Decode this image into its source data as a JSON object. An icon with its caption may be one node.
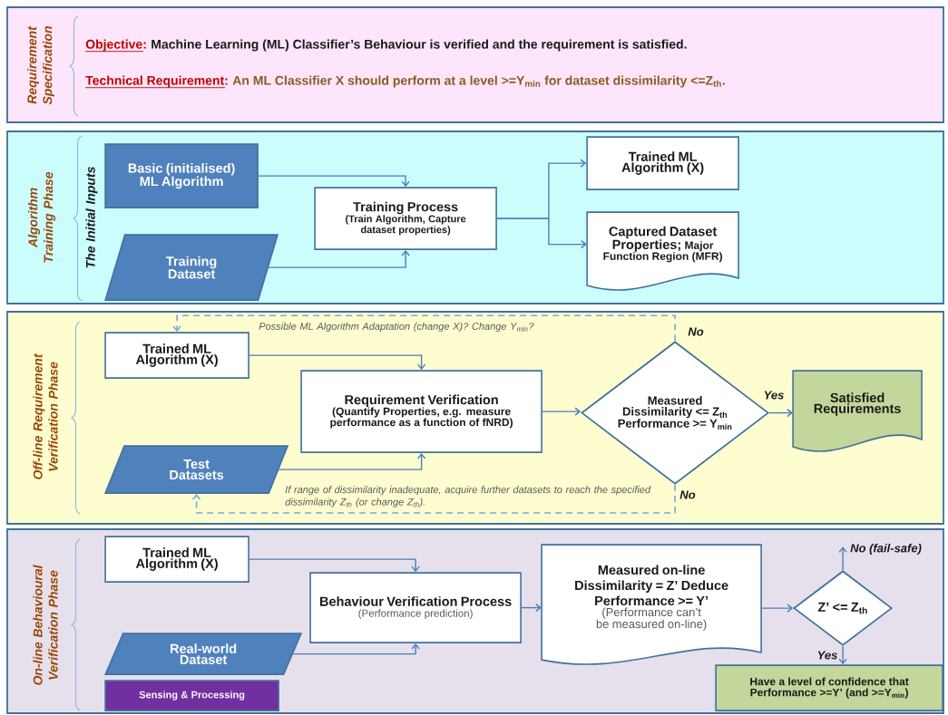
{
  "diagram": {
    "nodes": [
      {
        "text": [
          "Requirement Specification",
          "Objective:",
          "Machine Learning (ML) Classifier’s Behaviour is verified and the requirement is satisfied.",
          "Technical Requirement:",
          "An ML Classifier X should perform at a level >=Y$_{min}$ for dataset dissimilarity <=Z$_{th}$."
        ]
      },
      {
        "text": [
          "Algorithm Training Phase",
          "The Initial Inputs"
        ]
      },
      {
        "text": [
          "Basic (initialised) ML Algorithm"
        ],
        "in": 1
      },
      {
        "text": [
          "Training Dataset"
        ],
        "in": 1
      },
      {
        "text": [
          "Training Process",
          "(Train Algorithm, Capture dataset properties)"
        ],
        "in": 1
      },
      {
        "text": [
          "Trained ML Algorithm (X)"
        ],
        "in": 1
      },
      {
        "text": [
          "Captured Dataset Properties;",
          "Major Function Region (MFR)"
        ],
        "in": 1
      },
      {
        "text": [
          "Off-line Requirement Verification Phase"
        ]
      },
      {
        "text": [
          "Trained ML Algorithm (X)"
        ],
        "in": 7
      },
      {
        "text": [
          "Test Datasets"
        ],
        "in": 7
      },
      {
        "text": [
          "Requirement  Verification",
          "(Quantify Properties, e.g. measure performance as a function of fNRD)"
        ],
        "in": 7
      },
      {
        "text": [
          "Measured Dissimilarity <= Z$_{th}$ Performance >= Y$_{min}$"
        ],
        "in": 7
      },
      {
        "text": [
          "Satisfied Requirements"
        ],
        "in": 7
      },
      {
        "text": [
          "On-line Behavioural Verification Phase"
        ]
      },
      {
        "text": [
          "Trained ML Algorithm (X)"
        ],
        "in": 13
      },
      {
        "text": [
          "Real-world Dataset"
        ],
        "in": 13
      },
      {
        "text": [
          "Sensing & Processing"
        ],
        "in": 13
      },
      {
        "text": [
          "Behaviour Verification Process",
          "(Performance prediction)"
        ],
        "in": 13
      },
      {
        "text": [
          "Measured on-line Dissimilarity = Z’ Deduce Performance >= Y’",
          "(Performance can’t be measured on-line)"
        ],
        "in": 13
      },
      {
        "text": [
          "Z’ <= Z$_{th}$"
        ],
        "in": 13
      },
      {
        "text": [
          "Have a level of confidence that Performance >=Y’ (and >=Y$_{min}$)"
        ],
        "in": 13
      }
    ],
    "edges": [
      {
        "from": 2,
        "to": 4,
        "arrow": "to"
      },
      {
        "from": 3,
        "to": 4,
        "arrow": "to"
      },
      {
        "from": 4,
        "to": 5,
        "arrow": "to"
      },
      {
        "from": 4,
        "to": 6,
        "arrow": "to"
      },
      {
        "from": 8,
        "to": 10,
        "arrow": "to"
      },
      {
        "from": 9,
        "to": 10,
        "arrow": "to"
      },
      {
        "from": 10,
        "to": 11,
        "arrow": "to"
      },
      {
        "from": 11,
        "to": 12,
        "arrow": "to",
        "label": "Yes"
      },
      {
        "from": 11,
        "to": 8,
        "arrow": "to",
        "label": "No",
        "style": "dashed",
        "color": "#7ba7d9"
      },
      {
        "from": 11,
        "to": 9,
        "arrow": "to",
        "label": "No",
        "style": "dashed",
        "color": "#7ba7d9"
      },
      {
        "from": 14,
        "to": 17,
        "arrow": "to"
      },
      {
        "from": 15,
        "to": 17,
        "arrow": "to"
      },
      {
        "from": 17,
        "to": 18,
        "arrow": "to"
      },
      {
        "from": 18,
        "to": 19,
        "arrow": "to"
      },
      {
        "from": 19,
        "to": null,
        "arrow": "to",
        "label": "No (fail-safe)"
      },
      {
        "from": 19,
        "to": 20,
        "arrow": "to",
        "label": "Yes"
      }
    ],
    "labels": [
      "Possible ML Algorithm Adaptation (change X)? Change Y$_{min}$?",
      "If range of dissimilarity inadequate, acquire further  datasets to reach the specified dissimilarity  Z$_{th}$ (or change Z$_{th}$)."
    ]
  }
}
